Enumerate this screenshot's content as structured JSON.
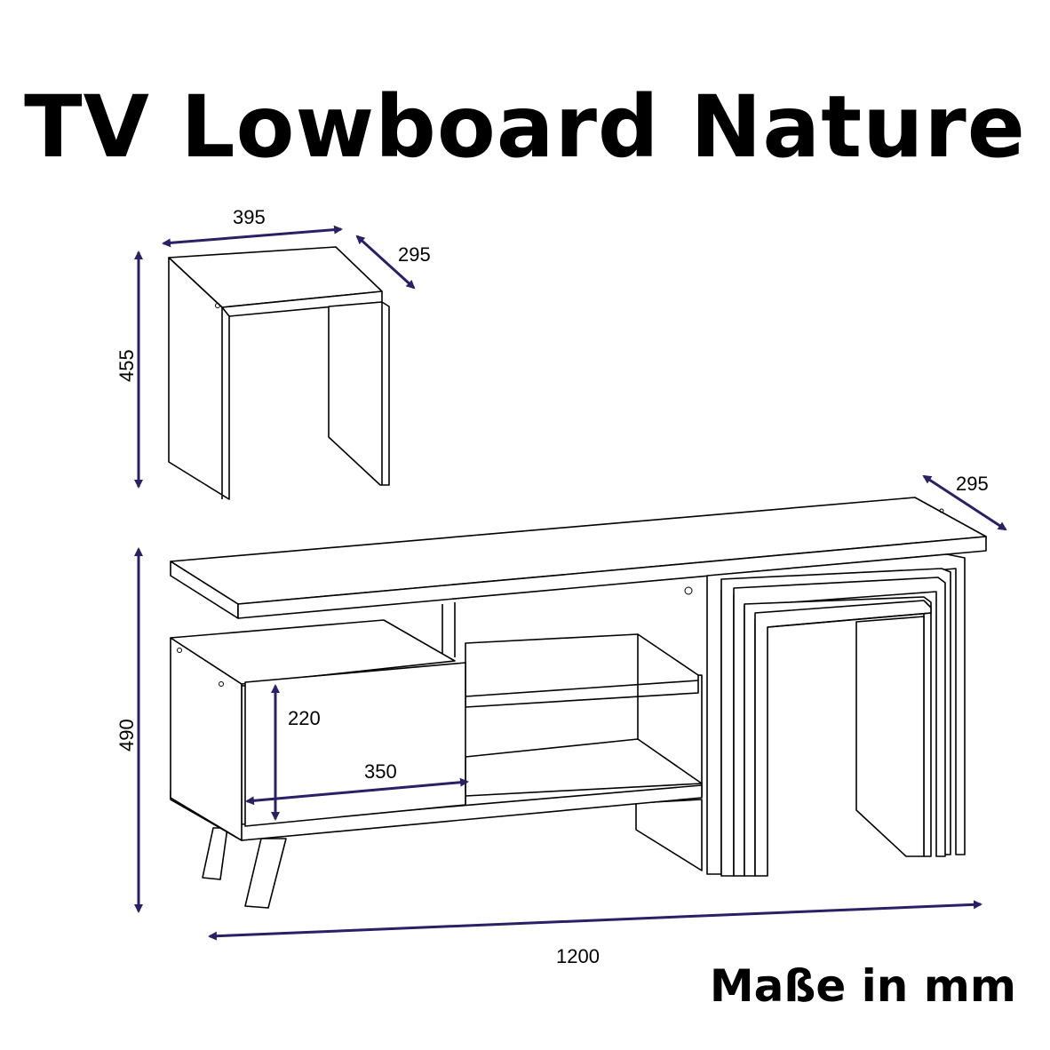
{
  "title": "TV Lowboard Nature",
  "footer": "Maße in mm",
  "colors": {
    "dimension_line": "#2b1f66",
    "drawing_line": "#000000",
    "background": "#ffffff"
  },
  "side_table": {
    "width": "395",
    "depth": "295",
    "height": "455"
  },
  "lowboard": {
    "width": "1200",
    "depth": "295",
    "height": "490",
    "drawer_width": "350",
    "drawer_height": "220"
  }
}
